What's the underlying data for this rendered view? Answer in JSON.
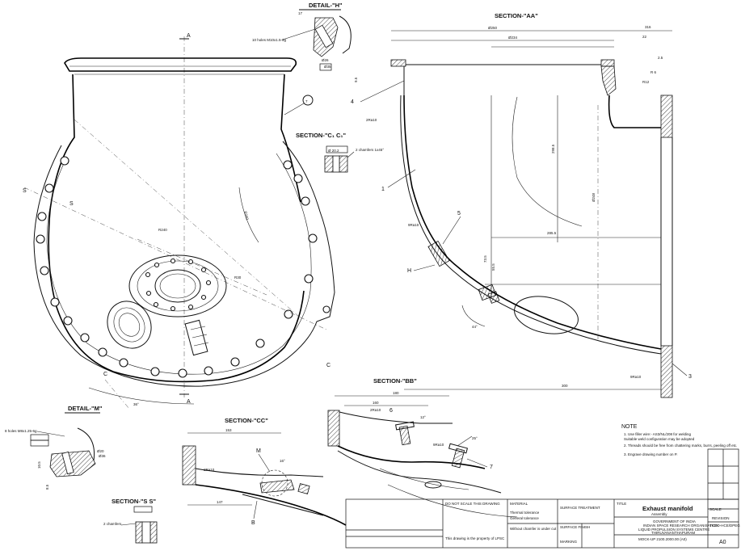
{
  "titles": {
    "detail_h": "DETAIL-\"H\"",
    "section_aa": "SECTION-\"AA\"",
    "section_c1": "SECTION-\"C₁ C₁\"",
    "section_bb": "SECTION-\"BB\"",
    "section_cc": "SECTION-\"CC\"",
    "detail_m": "DETAIL-\"M\"",
    "section_ss": "SECTION-\"S S\""
  },
  "labels": {
    "holes_h": "10 holes M10x1.5-6g",
    "holes_m": "8 holes M8x1.25-6g",
    "chamfers_c1": "2 chamfers 1x45°",
    "chamfers_ss": "2 chamfers",
    "section_a": "A",
    "section_c": "C",
    "section_s": "S",
    "balloon_7": "7",
    "balloon_h": "H",
    "balloon_m": "M",
    "balloon_b": "B",
    "part_1": "1",
    "part_3": "3",
    "part_4": "4",
    "part_5": "5",
    "part_6": "6",
    "part_7": "7"
  },
  "dimensions": {
    "aa_d1": "Ø250",
    "aa_d2": "Ø234",
    "aa_d3": "316",
    "aa_d4": "22",
    "aa_d5": "2.5",
    "aa_d6": "R 6",
    "aa_d7": "298.5",
    "aa_d8": "285.5",
    "aa_d9": "300",
    "aa_d10": "R 12",
    "aa_d11": "73.5",
    "aa_d12": "55.5",
    "aa_d13": "44°",
    "bb_d1": "180",
    "bb_d2": "160",
    "bb_d3": "12°",
    "bb_d4": "25°",
    "cc_d1": "153",
    "cc_d2": "147",
    "cc_d3": "16°",
    "c1_d1": "Ø 20.2"
  },
  "notes": {
    "heading": "NOTE",
    "items": [
      "1. Use filler wire:- AS3/NL/208 for welding",
      "   Suitable weld configuration may be adopted",
      "2. Threads should be free from chattering marks, burrs, peeling off etc.",
      "3. Engrave drawing number on P."
    ]
  },
  "title_block": {
    "title": "Exhaust manifold",
    "subtitle": "Assembly",
    "org": "GOVERNMENT OF INDIA",
    "org2": "INDIAN SPACE RESEARCH ORGANISATION",
    "centre": "LIQUID PROPULSION SYSTEMS CENTRE",
    "place": "THIRUVANANTHAPURAM",
    "drawing_no": "MOCK-UP 2100.2000.00 (A0)",
    "revision": "REVISION",
    "rev_code": "TCCO-HCE/DPEG",
    "sheet_size": "A0",
    "scale_label": "SCALE",
    "material_label": "MATERIAL",
    "surface_label": "SURFACE TREATMENT",
    "finish_label": "SURFACE FINISH",
    "marking_label": "MARKING",
    "title_label": "TITLE",
    "tolerance_label": "Thermal tolerance",
    "general_tol": "General tolerance",
    "chamfer_note": "Without chamfer is under cut",
    "rule_note": "DO NOT SCALE THIS DRAWING",
    "proprietary": "This drawing is the property of LPSC"
  }
}
